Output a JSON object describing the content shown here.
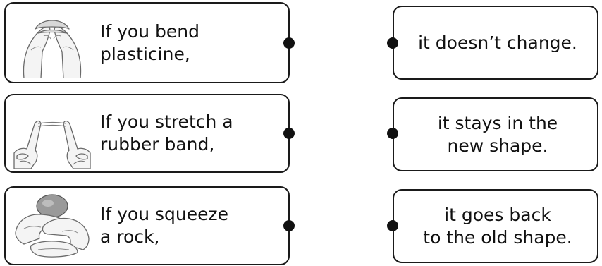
{
  "left_cards": [
    {
      "line1": "If you bend",
      "line2": "plasticine,",
      "icon": "hands-bending-plasticine-icon"
    },
    {
      "line1": "If you stretch a",
      "line2": "rubber band,",
      "icon": "fingers-stretching-rubber-band-icon"
    },
    {
      "line1": "If you squeeze",
      "line2": "a rock,",
      "icon": "hands-squeezing-rock-icon"
    }
  ],
  "right_cards": [
    {
      "line1": "it doesn’t change.",
      "line2": ""
    },
    {
      "line1": "it stays in the",
      "line2": "new shape."
    },
    {
      "line1": "it goes back",
      "line2": "to the old shape."
    }
  ],
  "colors": {
    "border": "#1a1a1a",
    "dot": "#111111",
    "text": "#111111"
  }
}
